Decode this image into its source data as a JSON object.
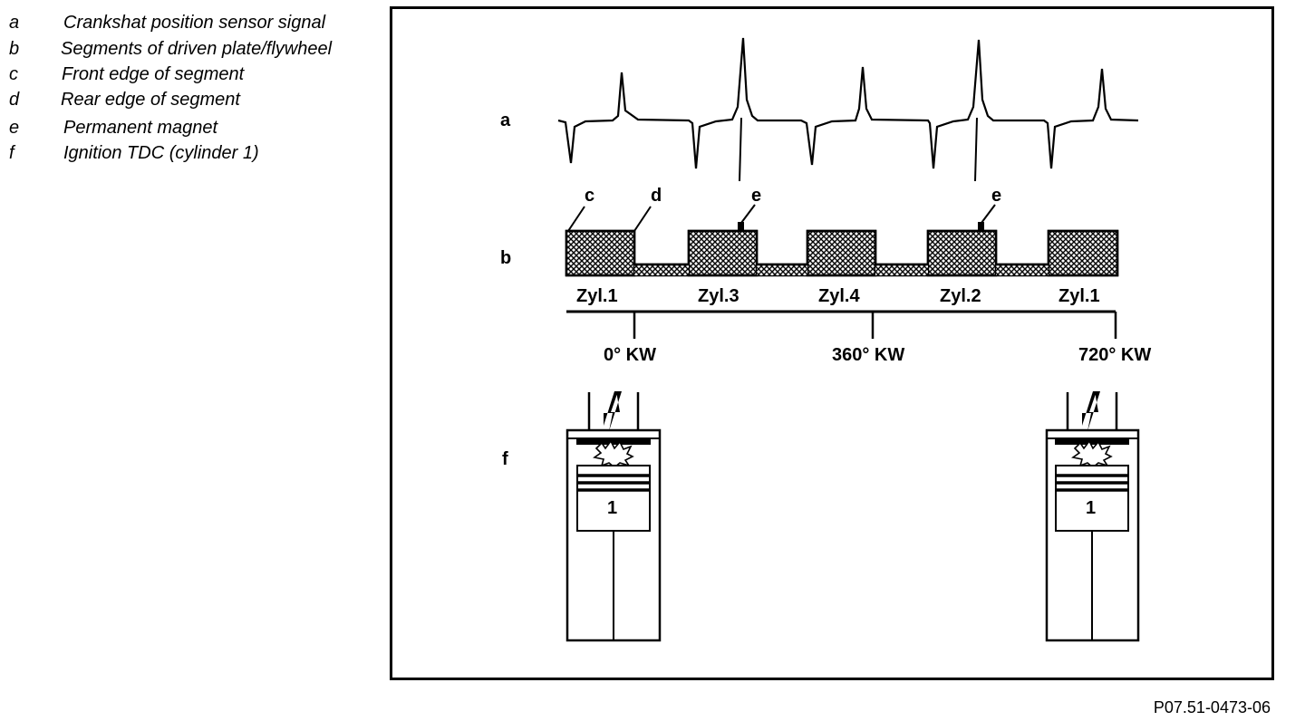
{
  "legend": [
    {
      "key": "a",
      "text": "Crankshat position sensor signal"
    },
    {
      "key": "b",
      "text": "Segments of driven plate/flywheel"
    },
    {
      "key": "c",
      "text": "Front edge of segment"
    },
    {
      "key": "d",
      "text": "Rear edge of segment"
    },
    {
      "key": "e",
      "text": "Permanent magnet"
    },
    {
      "key": "f",
      "text": "Ignition TDC (cylinder 1)"
    }
  ],
  "diagram": {
    "row_labels": {
      "a": "a",
      "b": "b",
      "f": "f"
    },
    "callouts": {
      "c": "c",
      "d": "d",
      "e1": "e",
      "e2": "e"
    },
    "cylinders": [
      "Zyl.1",
      "Zyl.3",
      "Zyl.4",
      "Zyl.2",
      "Zyl.1"
    ],
    "angles": [
      "0° KW",
      "360° KW",
      "720° KW"
    ],
    "piston_number": "1"
  },
  "document_id": "P07.51-0473-06"
}
